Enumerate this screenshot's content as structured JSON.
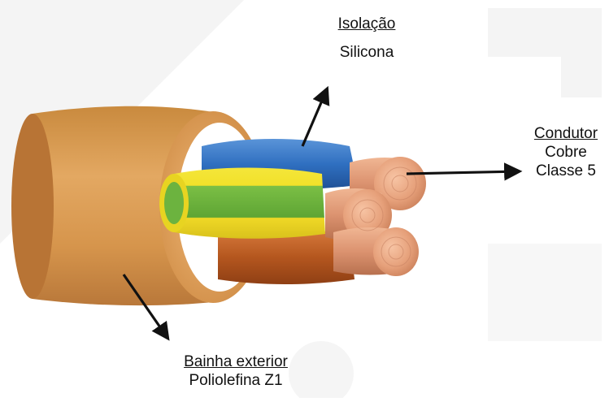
{
  "labels": {
    "insulation": {
      "title": "Isolação",
      "material": "Silicona"
    },
    "conductor": {
      "title": "Condutor",
      "material_line1": "Cobre",
      "material_line2": "Classe 5"
    },
    "sheath": {
      "title": "Bainha exterior",
      "material": "Poliolefina Z1"
    }
  },
  "colors": {
    "sheath": "#d99a52",
    "filler": "#ffffff",
    "core_blue": "#2f6fc0",
    "core_green_yellow": [
      "#6cb33f",
      "#f2e12a"
    ],
    "core_brown": "#b5571f",
    "copper": "#e6a07a",
    "arrow": "#111111",
    "watermark": "#f3f3f3"
  }
}
